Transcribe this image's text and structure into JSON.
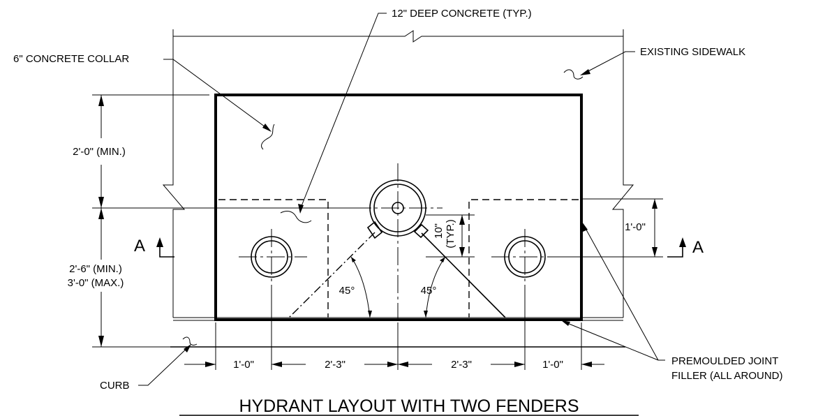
{
  "title": "HYDRANT LAYOUT WITH TWO FENDERS",
  "labels": {
    "deep_concrete": "12\" DEEP CONCRETE (TYP.)",
    "collar": "6\" CONCRETE COLLAR",
    "sidewalk": "EXISTING SIDEWALK",
    "curb": "CURB",
    "joint_filler_line1": "PREMOULDED JOINT",
    "joint_filler_line2": "FILLER (ALL AROUND)"
  },
  "dimensions": {
    "top_vertical": "2'-0\" (MIN.)",
    "bottom_vertical_min": "2'-6\" (MIN.)",
    "bottom_vertical_max": "3'-0\" (MAX.)",
    "fender_offset": "1'-0\"",
    "lug_offset": "10\"",
    "lug_offset_note": "(TYP.)",
    "angle_left": "45°",
    "angle_right": "45°",
    "bottom": [
      "1'-0\"",
      "2'-3\"",
      "2'-3\"",
      "1'-0\""
    ]
  },
  "section_marks": {
    "left": "A",
    "right": "A"
  }
}
